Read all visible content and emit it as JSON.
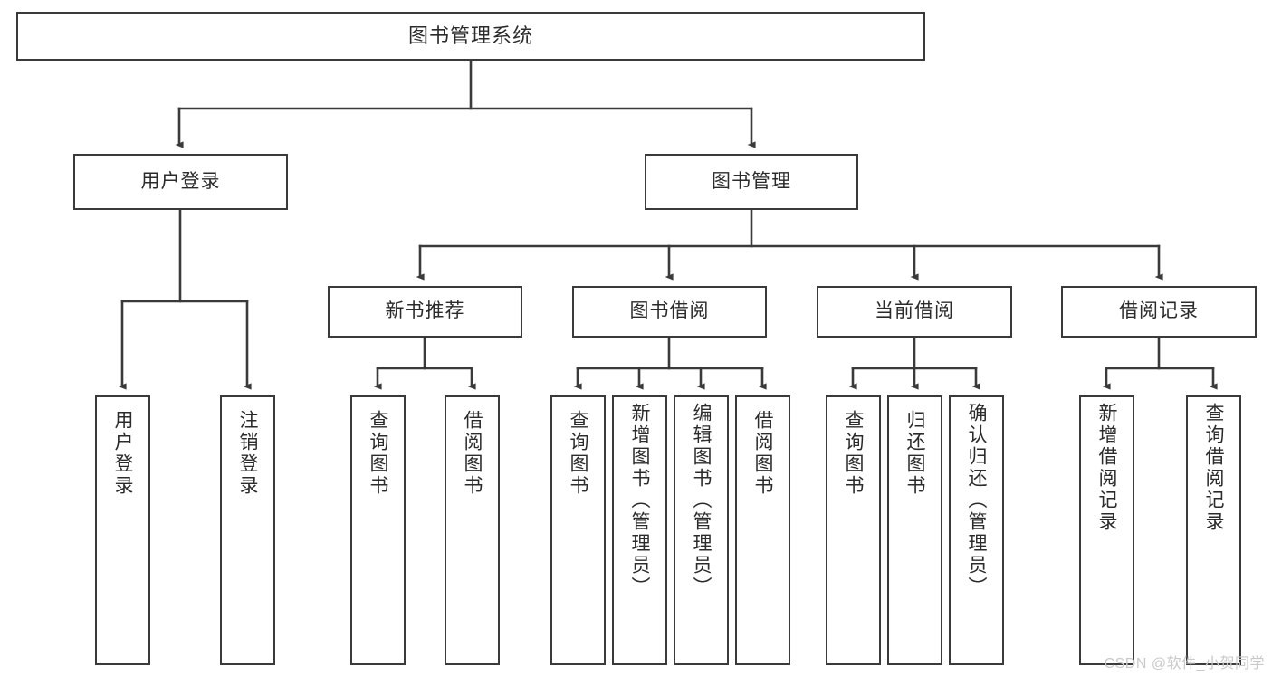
{
  "diagram": {
    "type": "tree-flowchart",
    "title": "图书管理系统",
    "root": {
      "label": "图书管理系统"
    },
    "level2": [
      {
        "id": "user-login",
        "label": "用户登录"
      },
      {
        "id": "book-management",
        "label": "图书管理"
      }
    ],
    "level3": [
      {
        "id": "new-book-recommend",
        "label": "新书推荐",
        "parent": "book-management"
      },
      {
        "id": "book-borrow",
        "label": "图书借阅",
        "parent": "book-management"
      },
      {
        "id": "current-borrow",
        "label": "当前借阅",
        "parent": "book-management"
      },
      {
        "id": "borrow-record",
        "label": "借阅记录",
        "parent": "book-management"
      }
    ],
    "leaves": [
      {
        "id": "leaf-user-login",
        "label": "用户登录",
        "parent": "user-login"
      },
      {
        "id": "leaf-logout-login",
        "label": "注销登录",
        "parent": "user-login"
      },
      {
        "id": "leaf-query-book-1",
        "label": "查询图书",
        "parent": "new-book-recommend"
      },
      {
        "id": "leaf-borrow-book-1",
        "label": "借阅图书",
        "parent": "new-book-recommend"
      },
      {
        "id": "leaf-query-book-2",
        "label": "查询图书",
        "parent": "book-borrow"
      },
      {
        "id": "leaf-add-book",
        "label": "新增图书（管理员）",
        "parent": "book-borrow"
      },
      {
        "id": "leaf-edit-book",
        "label": "编辑图书（管理员）",
        "parent": "book-borrow"
      },
      {
        "id": "leaf-borrow-book-2",
        "label": "借阅图书",
        "parent": "book-borrow"
      },
      {
        "id": "leaf-query-book-3",
        "label": "查询图书",
        "parent": "current-borrow"
      },
      {
        "id": "leaf-return-book",
        "label": "归还图书",
        "parent": "current-borrow"
      },
      {
        "id": "leaf-confirm-return",
        "label": "确认归还（管理员）",
        "parent": "current-borrow"
      },
      {
        "id": "leaf-add-record",
        "label": "新增借阅记录",
        "parent": "borrow-record"
      },
      {
        "id": "leaf-query-record",
        "label": "查询借阅记录",
        "parent": "borrow-record"
      }
    ]
  },
  "watermark": {
    "text": "CSDN @软件_小贺同学"
  },
  "colors": {
    "stroke": "#3a3a3a",
    "text": "#2b2b2b",
    "background": "#ffffff",
    "watermark": "#c9c9c9"
  }
}
